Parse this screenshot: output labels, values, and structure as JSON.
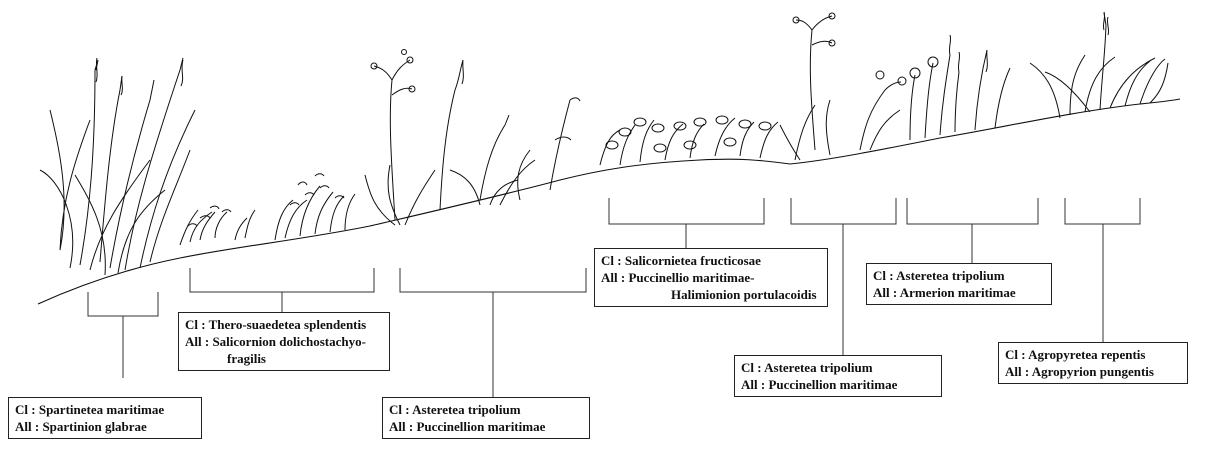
{
  "zones": [
    {
      "cl_prefix": "Cl : ",
      "cl": "Spartinetea maritimae",
      "all_prefix": "All : ",
      "all": "Spartinion glabrae"
    },
    {
      "cl_prefix": "Cl : ",
      "cl": "Thero-suaedetea splendentis",
      "all_prefix": "All : ",
      "all": "Salicornion dolichostachyo-",
      "all_cont": "fragilis"
    },
    {
      "cl_prefix": "Cl : ",
      "cl": "Asteretea tripolium",
      "all_prefix": "All : ",
      "all": "Puccinellion maritimae"
    },
    {
      "cl_prefix": "Cl : ",
      "cl": "Salicornietea fructicosae",
      "all_prefix": "All : ",
      "all": "Puccinellio maritimae-",
      "all_cont": "Halimionion portulacoidis"
    },
    {
      "cl_prefix": "Cl : ",
      "cl": "Asteretea tripolium",
      "all_prefix": "All : ",
      "all": "Puccinellion maritimae"
    },
    {
      "cl_prefix": "Cl : ",
      "cl": "Asteretea tripolium",
      "all_prefix": "All : ",
      "all": "Armerion maritimae"
    },
    {
      "cl_prefix": "Cl : ",
      "cl": "Agropyretea repentis",
      "all_prefix": "All : ",
      "all": "Agropyrion pungentis"
    }
  ]
}
